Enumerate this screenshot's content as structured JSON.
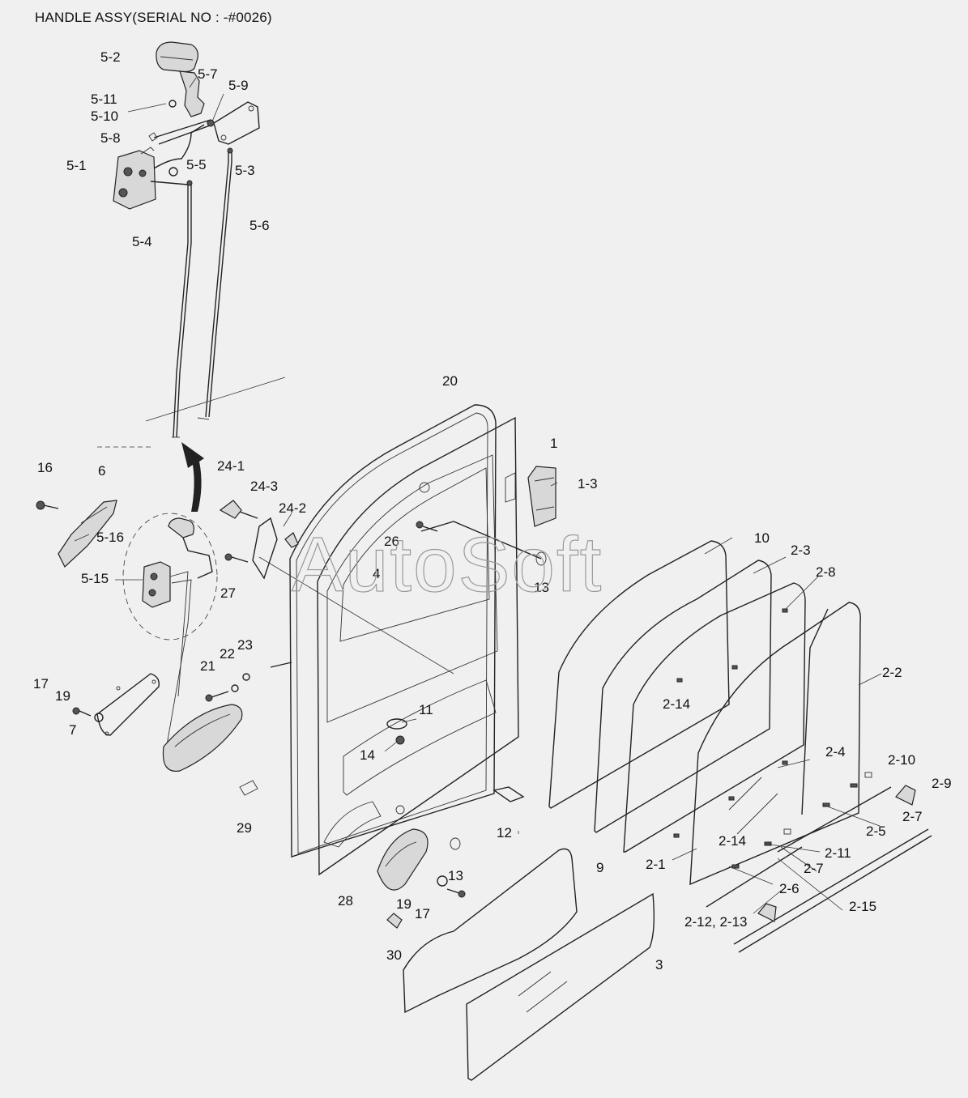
{
  "title": "HANDLE ASSY(SERIAL NO : -#0026)",
  "watermark": "AutoSoft",
  "callouts": [
    {
      "id": "c-5-2",
      "text": "5-2"
    },
    {
      "id": "c-5-7",
      "text": "5-7"
    },
    {
      "id": "c-5-9",
      "text": "5-9"
    },
    {
      "id": "c-5-11",
      "text": "5-11"
    },
    {
      "id": "c-5-10",
      "text": "5-10"
    },
    {
      "id": "c-5-8",
      "text": "5-8"
    },
    {
      "id": "c-5-1",
      "text": "5-1"
    },
    {
      "id": "c-5-5",
      "text": "5-5"
    },
    {
      "id": "c-5-3",
      "text": "5-3"
    },
    {
      "id": "c-5-6",
      "text": "5-6"
    },
    {
      "id": "c-5-4",
      "text": "5-4"
    },
    {
      "id": "c-20",
      "text": "20"
    },
    {
      "id": "c-1",
      "text": "1"
    },
    {
      "id": "c-1-3",
      "text": "1-3"
    },
    {
      "id": "c-24-1",
      "text": "24-1"
    },
    {
      "id": "c-16",
      "text": "16"
    },
    {
      "id": "c-6",
      "text": "6"
    },
    {
      "id": "c-24-3",
      "text": "24-3"
    },
    {
      "id": "c-24-2",
      "text": "24-2"
    },
    {
      "id": "c-5-16",
      "text": "5-16"
    },
    {
      "id": "c-26",
      "text": "26"
    },
    {
      "id": "c-10",
      "text": "10"
    },
    {
      "id": "c-2-3",
      "text": "2-3"
    },
    {
      "id": "c-5-15",
      "text": "5-15"
    },
    {
      "id": "c-4",
      "text": "4"
    },
    {
      "id": "c-13a",
      "text": "13"
    },
    {
      "id": "c-2-8",
      "text": "2-8"
    },
    {
      "id": "c-27",
      "text": "27"
    },
    {
      "id": "c-23",
      "text": "23"
    },
    {
      "id": "c-22",
      "text": "22"
    },
    {
      "id": "c-21",
      "text": "21"
    },
    {
      "id": "c-2-2",
      "text": "2-2"
    },
    {
      "id": "c-17a",
      "text": "17"
    },
    {
      "id": "c-19a",
      "text": "19"
    },
    {
      "id": "c-2-14a",
      "text": "2-14"
    },
    {
      "id": "c-11",
      "text": "11"
    },
    {
      "id": "c-7",
      "text": "7"
    },
    {
      "id": "c-14",
      "text": "14"
    },
    {
      "id": "c-2-4",
      "text": "2-4"
    },
    {
      "id": "c-2-10",
      "text": "2-10"
    },
    {
      "id": "c-2-9",
      "text": "2-9"
    },
    {
      "id": "c-2-7a",
      "text": "2-7"
    },
    {
      "id": "c-29",
      "text": "29"
    },
    {
      "id": "c-12",
      "text": "12"
    },
    {
      "id": "c-2-5",
      "text": "2-5"
    },
    {
      "id": "c-2-14b",
      "text": "2-14"
    },
    {
      "id": "c-2-11",
      "text": "2-11"
    },
    {
      "id": "c-9",
      "text": "9"
    },
    {
      "id": "c-2-1",
      "text": "2-1"
    },
    {
      "id": "c-2-7b",
      "text": "2-7"
    },
    {
      "id": "c-13b",
      "text": "13"
    },
    {
      "id": "c-28",
      "text": "28"
    },
    {
      "id": "c-19b",
      "text": "19"
    },
    {
      "id": "c-2-6",
      "text": "2-6"
    },
    {
      "id": "c-17b",
      "text": "17"
    },
    {
      "id": "c-2-15",
      "text": "2-15"
    },
    {
      "id": "c-2-12-13",
      "text": "2-12, 2-13"
    },
    {
      "id": "c-30",
      "text": "30"
    },
    {
      "id": "c-3",
      "text": "3"
    }
  ]
}
